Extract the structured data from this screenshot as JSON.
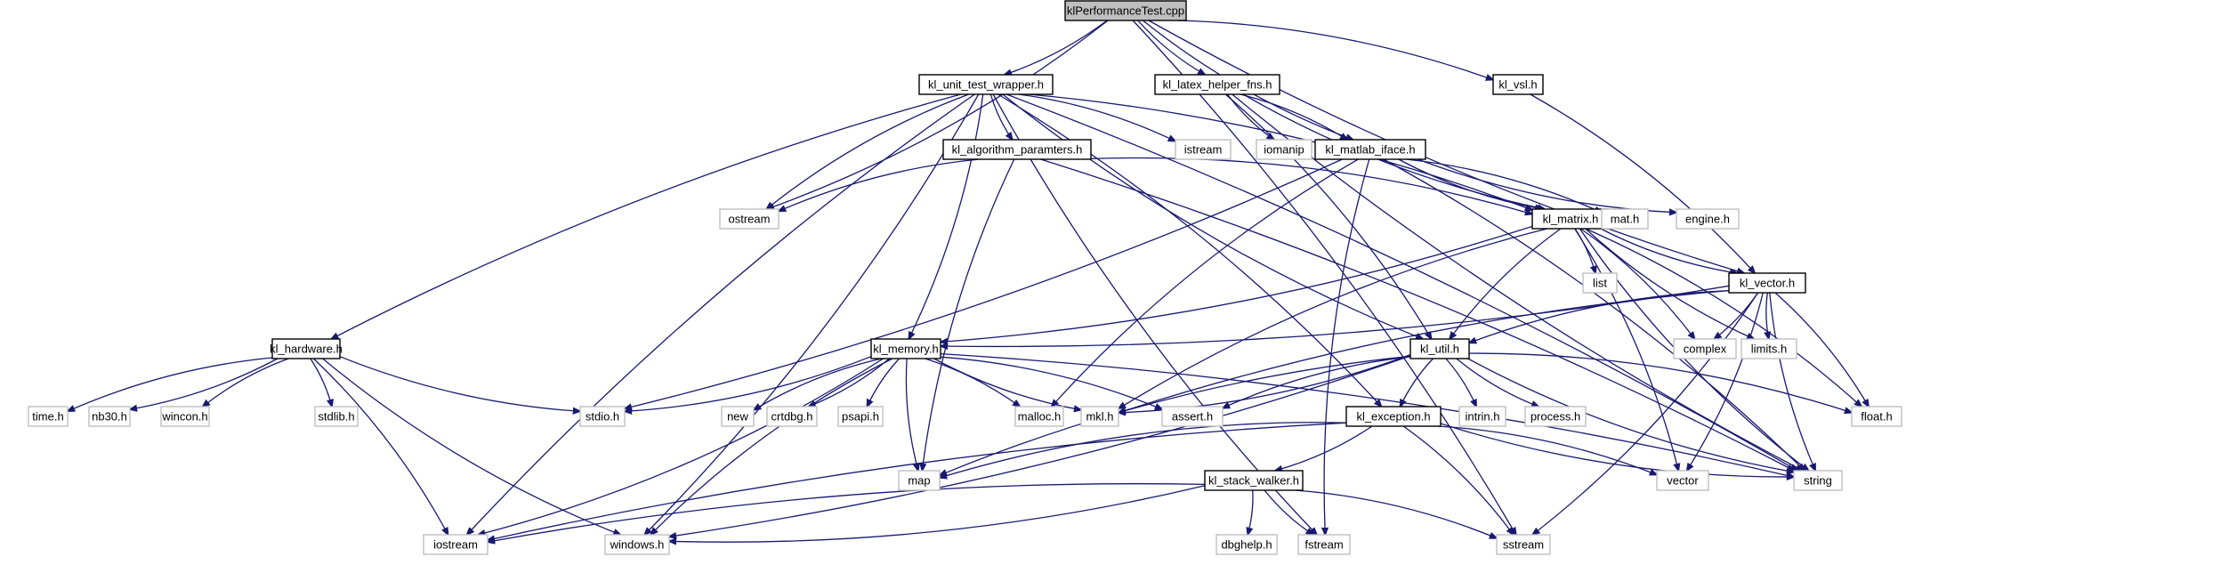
{
  "diagram": {
    "type": "include-dependency-graph",
    "root": "klPerformanceTest.cpp",
    "colors": {
      "edge": "#191970",
      "root_fill": "#bfbfbf",
      "internal_border": "#000000",
      "external_border": "#bfbfbf",
      "background": "#ffffff"
    },
    "nodes": [
      {
        "id": "klPerformanceTest_cpp",
        "label": "klPerformanceTest.cpp",
        "kind": "root"
      },
      {
        "id": "kl_unit_test_wrapper_h",
        "label": "kl_unit_test_wrapper.h",
        "kind": "internal"
      },
      {
        "id": "kl_latex_helper_fns_h",
        "label": "kl_latex_helper_fns.h",
        "kind": "internal"
      },
      {
        "id": "kl_vsl_h",
        "label": "kl_vsl.h",
        "kind": "internal"
      },
      {
        "id": "kl_algorithm_paramters_h",
        "label": "kl_algorithm_paramters.h",
        "kind": "internal"
      },
      {
        "id": "istream",
        "label": "istream",
        "kind": "external"
      },
      {
        "id": "iomanip",
        "label": "iomanip",
        "kind": "external"
      },
      {
        "id": "kl_matlab_iface_h",
        "label": "kl_matlab_iface.h",
        "kind": "internal"
      },
      {
        "id": "ostream",
        "label": "ostream",
        "kind": "external"
      },
      {
        "id": "kl_matrix_h",
        "label": "kl_matrix.h",
        "kind": "internal"
      },
      {
        "id": "mat_h",
        "label": "mat.h",
        "kind": "external"
      },
      {
        "id": "engine_h",
        "label": "engine.h",
        "kind": "external"
      },
      {
        "id": "list",
        "label": "list",
        "kind": "external"
      },
      {
        "id": "kl_vector_h",
        "label": "kl_vector.h",
        "kind": "internal"
      },
      {
        "id": "kl_hardware_h",
        "label": "kl_hardware.h",
        "kind": "internal"
      },
      {
        "id": "kl_memory_h",
        "label": "kl_memory.h",
        "kind": "internal"
      },
      {
        "id": "kl_util_h",
        "label": "kl_util.h",
        "kind": "internal"
      },
      {
        "id": "complex",
        "label": "complex",
        "kind": "external"
      },
      {
        "id": "limits_h",
        "label": "limits.h",
        "kind": "external"
      },
      {
        "id": "time_h",
        "label": "time.h",
        "kind": "external"
      },
      {
        "id": "nb30_h",
        "label": "nb30.h",
        "kind": "external"
      },
      {
        "id": "wincon_h",
        "label": "wincon.h",
        "kind": "external"
      },
      {
        "id": "stdlib_h",
        "label": "stdlib.h",
        "kind": "external"
      },
      {
        "id": "stdio_h",
        "label": "stdio.h",
        "kind": "external"
      },
      {
        "id": "new",
        "label": "new",
        "kind": "external"
      },
      {
        "id": "crtdbg_h",
        "label": "crtdbg.h",
        "kind": "external"
      },
      {
        "id": "psapi_h",
        "label": "psapi.h",
        "kind": "external"
      },
      {
        "id": "malloc_h",
        "label": "malloc.h",
        "kind": "external"
      },
      {
        "id": "mkl_h",
        "label": "mkl.h",
        "kind": "external"
      },
      {
        "id": "assert_h",
        "label": "assert.h",
        "kind": "external"
      },
      {
        "id": "intrin_h",
        "label": "intrin.h",
        "kind": "external"
      },
      {
        "id": "process_h",
        "label": "process.h",
        "kind": "external"
      },
      {
        "id": "float_h",
        "label": "float.h",
        "kind": "external"
      },
      {
        "id": "kl_exception_h",
        "label": "kl_exception.h",
        "kind": "internal"
      },
      {
        "id": "map",
        "label": "map",
        "kind": "external"
      },
      {
        "id": "vector",
        "label": "vector",
        "kind": "external"
      },
      {
        "id": "string",
        "label": "string",
        "kind": "external"
      },
      {
        "id": "kl_stack_walker_h",
        "label": "kl_stack_walker.h",
        "kind": "internal"
      },
      {
        "id": "iostream",
        "label": "iostream",
        "kind": "external"
      },
      {
        "id": "windows_h",
        "label": "windows.h",
        "kind": "external"
      },
      {
        "id": "dbghelp_h",
        "label": "dbghelp.h",
        "kind": "external"
      },
      {
        "id": "fstream",
        "label": "fstream",
        "kind": "external"
      },
      {
        "id": "sstream",
        "label": "sstream",
        "kind": "external"
      }
    ],
    "edges": [
      [
        "klPerformanceTest_cpp",
        "kl_unit_test_wrapper_h"
      ],
      [
        "klPerformanceTest_cpp",
        "kl_latex_helper_fns_h"
      ],
      [
        "klPerformanceTest_cpp",
        "kl_vsl_h"
      ],
      [
        "klPerformanceTest_cpp",
        "kl_matlab_iface_h"
      ],
      [
        "klPerformanceTest_cpp",
        "ostream"
      ],
      [
        "klPerformanceTest_cpp",
        "kl_vector_h"
      ],
      [
        "klPerformanceTest_cpp",
        "sstream"
      ],
      [
        "kl_unit_test_wrapper_h",
        "kl_algorithm_paramters_h"
      ],
      [
        "kl_unit_test_wrapper_h",
        "istream"
      ],
      [
        "kl_unit_test_wrapper_h",
        "ostream"
      ],
      [
        "kl_unit_test_wrapper_h",
        "kl_matrix_h"
      ],
      [
        "kl_unit_test_wrapper_h",
        "kl_hardware_h"
      ],
      [
        "kl_unit_test_wrapper_h",
        "kl_memory_h"
      ],
      [
        "kl_unit_test_wrapper_h",
        "kl_util_h"
      ],
      [
        "kl_unit_test_wrapper_h",
        "kl_exception_h"
      ],
      [
        "kl_unit_test_wrapper_h",
        "iostream"
      ],
      [
        "kl_unit_test_wrapper_h",
        "windows_h"
      ],
      [
        "kl_unit_test_wrapper_h",
        "fstream"
      ],
      [
        "kl_unit_test_wrapper_h",
        "string"
      ],
      [
        "kl_latex_helper_fns_h",
        "iomanip"
      ],
      [
        "kl_latex_helper_fns_h",
        "kl_matlab_iface_h"
      ],
      [
        "kl_latex_helper_fns_h",
        "kl_matrix_h"
      ],
      [
        "kl_latex_helper_fns_h",
        "kl_util_h"
      ],
      [
        "kl_latex_helper_fns_h",
        "string"
      ],
      [
        "kl_vsl_h",
        "kl_vector_h"
      ],
      [
        "kl_algorithm_paramters_h",
        "ostream"
      ],
      [
        "kl_algorithm_paramters_h",
        "kl_matrix_h"
      ],
      [
        "kl_algorithm_paramters_h",
        "map"
      ],
      [
        "kl_algorithm_paramters_h",
        "string"
      ],
      [
        "kl_matlab_iface_h",
        "kl_matrix_h"
      ],
      [
        "kl_matlab_iface_h",
        "mat_h"
      ],
      [
        "kl_matlab_iface_h",
        "engine_h"
      ],
      [
        "kl_matlab_iface_h",
        "stdio_h"
      ],
      [
        "kl_matlab_iface_h",
        "malloc_h"
      ],
      [
        "kl_matlab_iface_h",
        "string"
      ],
      [
        "kl_matlab_iface_h",
        "fstream"
      ],
      [
        "kl_matrix_h",
        "list"
      ],
      [
        "kl_matrix_h",
        "kl_vector_h"
      ],
      [
        "kl_matrix_h",
        "kl_memory_h"
      ],
      [
        "kl_matrix_h",
        "kl_util_h"
      ],
      [
        "kl_matrix_h",
        "complex"
      ],
      [
        "kl_matrix_h",
        "limits_h"
      ],
      [
        "kl_matrix_h",
        "float_h"
      ],
      [
        "kl_matrix_h",
        "mkl_h"
      ],
      [
        "kl_matrix_h",
        "vector"
      ],
      [
        "kl_matrix_h",
        "string"
      ],
      [
        "kl_vector_h",
        "kl_memory_h"
      ],
      [
        "kl_vector_h",
        "kl_util_h"
      ],
      [
        "kl_vector_h",
        "complex"
      ],
      [
        "kl_vector_h",
        "limits_h"
      ],
      [
        "kl_vector_h",
        "float_h"
      ],
      [
        "kl_vector_h",
        "mkl_h"
      ],
      [
        "kl_vector_h",
        "vector"
      ],
      [
        "kl_vector_h",
        "string"
      ],
      [
        "kl_vector_h",
        "sstream"
      ],
      [
        "kl_hardware_h",
        "time_h"
      ],
      [
        "kl_hardware_h",
        "nb30_h"
      ],
      [
        "kl_hardware_h",
        "wincon_h"
      ],
      [
        "kl_hardware_h",
        "stdlib_h"
      ],
      [
        "kl_hardware_h",
        "stdio_h"
      ],
      [
        "kl_hardware_h",
        "iostream"
      ],
      [
        "kl_hardware_h",
        "windows_h"
      ],
      [
        "kl_memory_h",
        "stdio_h"
      ],
      [
        "kl_memory_h",
        "new"
      ],
      [
        "kl_memory_h",
        "crtdbg_h"
      ],
      [
        "kl_memory_h",
        "psapi_h"
      ],
      [
        "kl_memory_h",
        "malloc_h"
      ],
      [
        "kl_memory_h",
        "mkl_h"
      ],
      [
        "kl_memory_h",
        "assert_h"
      ],
      [
        "kl_memory_h",
        "map"
      ],
      [
        "kl_memory_h",
        "iostream"
      ],
      [
        "kl_memory_h",
        "windows_h"
      ],
      [
        "kl_memory_h",
        "string"
      ],
      [
        "kl_util_h",
        "kl_exception_h"
      ],
      [
        "kl_util_h",
        "mkl_h"
      ],
      [
        "kl_util_h",
        "assert_h"
      ],
      [
        "kl_util_h",
        "intrin_h"
      ],
      [
        "kl_util_h",
        "process_h"
      ],
      [
        "kl_util_h",
        "float_h"
      ],
      [
        "kl_util_h",
        "map"
      ],
      [
        "kl_util_h",
        "windows_h"
      ],
      [
        "kl_util_h",
        "string"
      ],
      [
        "kl_exception_h",
        "kl_stack_walker_h"
      ],
      [
        "kl_exception_h",
        "map"
      ],
      [
        "kl_exception_h",
        "vector"
      ],
      [
        "kl_exception_h",
        "string"
      ],
      [
        "kl_exception_h",
        "sstream"
      ],
      [
        "kl_exception_h",
        "iostream"
      ],
      [
        "kl_stack_walker_h",
        "dbghelp_h"
      ],
      [
        "kl_stack_walker_h",
        "fstream"
      ],
      [
        "kl_stack_walker_h",
        "sstream"
      ],
      [
        "kl_stack_walker_h",
        "iostream"
      ],
      [
        "kl_stack_walker_h",
        "windows_h"
      ]
    ]
  }
}
